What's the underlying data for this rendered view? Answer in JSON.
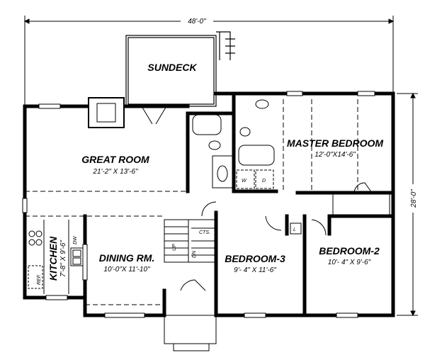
{
  "plan": {
    "overall_width": "48'-0\"",
    "overall_depth": "28'-0\"",
    "rooms": [
      {
        "name": "SUNDECK",
        "size": ""
      },
      {
        "name": "GREAT ROOM",
        "size": "21'-2\" X 13'-6\""
      },
      {
        "name": "MASTER BEDROOM",
        "size": "12'-0\"X14'-6\""
      },
      {
        "name": "KITCHEN",
        "size": "7'-8\" X 9'-6\""
      },
      {
        "name": "DINING RM.",
        "size": "10'-0\"X 11'-10\""
      },
      {
        "name": "BEDROOM-3",
        "size": "9'- 4\" X 11'-6\""
      },
      {
        "name": "BEDROOM-2",
        "size": "10'- 4\" X 9'-6\""
      }
    ],
    "fixtures": {
      "washer": "W",
      "dryer": "D",
      "refrigerator": "REF.",
      "dishwasher": "DW",
      "counters": "CTS.",
      "stairs_up": "UP",
      "stairs_down": "DN",
      "linen": "L"
    }
  }
}
